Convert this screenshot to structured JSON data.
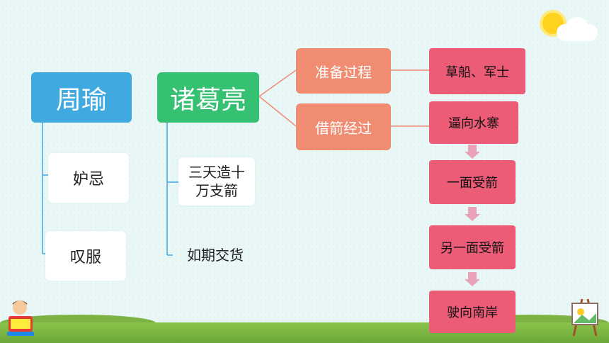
{
  "nodes": {
    "zhouyu": "周瑜",
    "zhuge": "诸葛亮",
    "duji": "妒忌",
    "tanfu": "叹服",
    "santian": "三天造十万支箭",
    "ruqi": "如期交货",
    "zhunbei": "准备过程",
    "jiejian": "借箭经过",
    "caochuan": "草船、军士",
    "bixiang": "逼向水寨",
    "yimian": "一面受箭",
    "lingyimian": "另一面受箭",
    "shixiang": "驶向南岸"
  },
  "colors": {
    "blue": "#3fa9e0",
    "green": "#36c172",
    "salmon": "#ef8c72",
    "red": "#ec5c77",
    "connector": "#3fa9e0",
    "connector_red": "#ef8c72"
  },
  "icons": [
    "sun-icon",
    "cloud-icon",
    "reading-kid-icon",
    "easel-icon"
  ]
}
